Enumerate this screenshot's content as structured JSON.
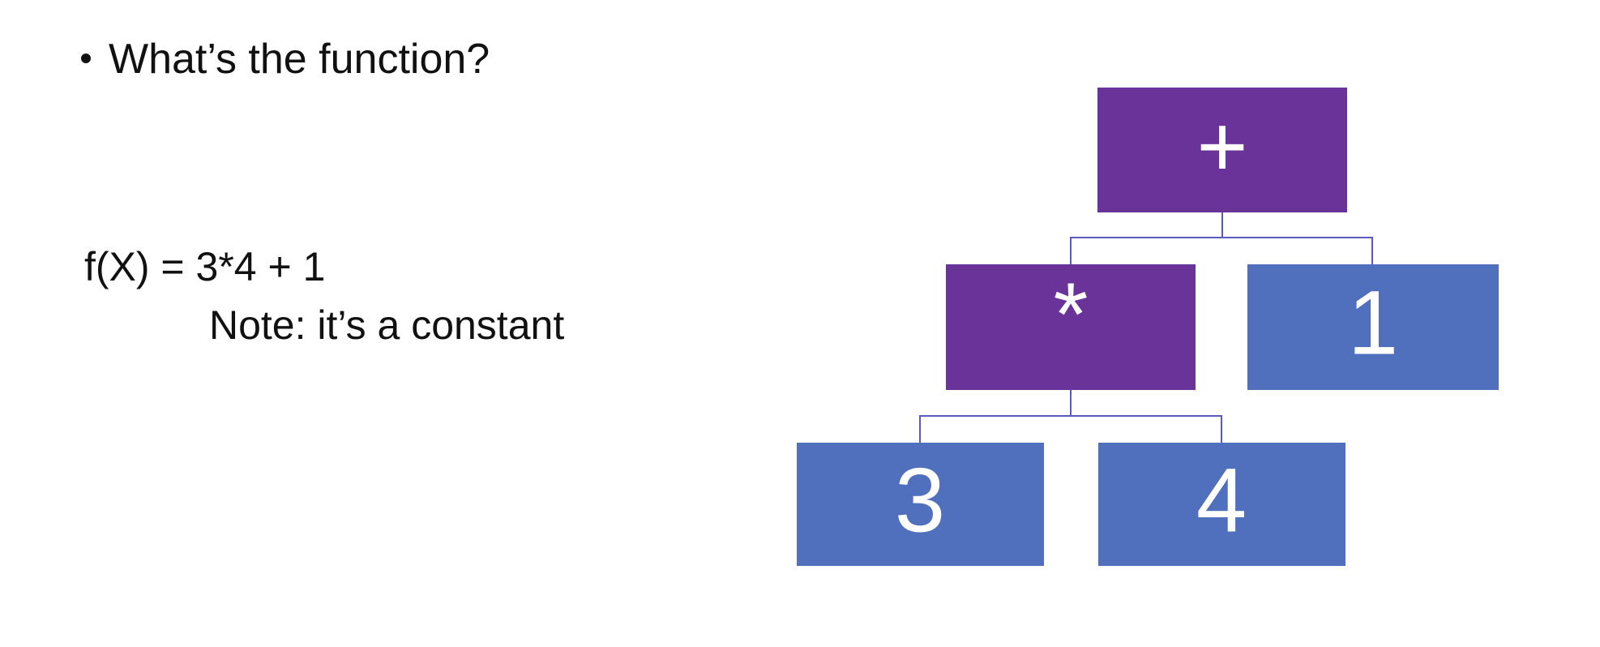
{
  "slide": {
    "bullet_text": "What’s the function?",
    "formula": "f(X) = 3*4 + 1",
    "note": "Note: it’s a constant"
  },
  "tree": {
    "colors": {
      "operator": "#6A3399",
      "operand": "#5070BD",
      "connector": "#5A5ABF",
      "label": "#FFFFFF"
    },
    "nodes": {
      "plus": {
        "label": "+",
        "kind": "operator"
      },
      "times": {
        "label": "*",
        "kind": "operator"
      },
      "one": {
        "label": "1",
        "kind": "operand"
      },
      "three": {
        "label": "3",
        "kind": "operand"
      },
      "four": {
        "label": "4",
        "kind": "operand"
      }
    }
  }
}
